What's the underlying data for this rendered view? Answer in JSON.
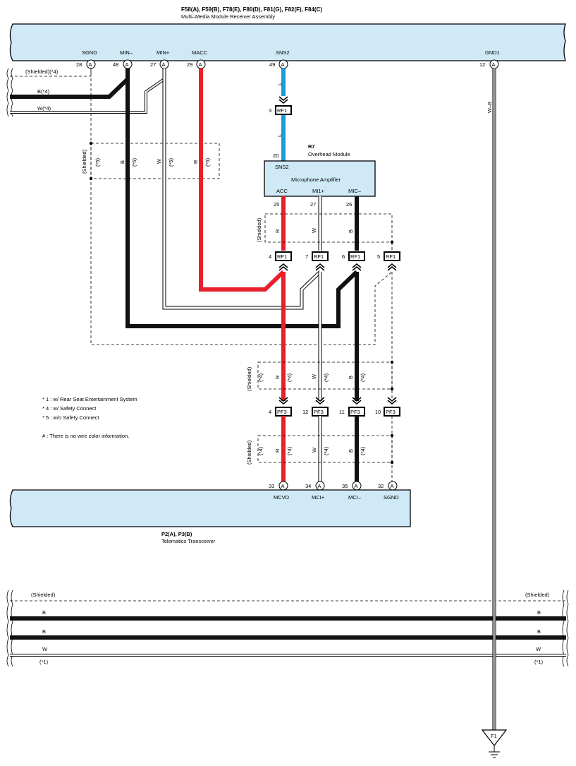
{
  "top_module": {
    "connectors": "F58(A), F59(B), F78(E), F80(D), F81(G), F82(F), F84(C)",
    "name": "Multi–Media Module Receiver Assembly",
    "pins": [
      {
        "label": "SGND",
        "num": "28",
        "conn": "A"
      },
      {
        "label": "MIN–",
        "num": "48",
        "conn": "A"
      },
      {
        "label": "MIN+",
        "num": "27",
        "conn": "A"
      },
      {
        "label": "MACC",
        "num": "29",
        "conn": "A"
      },
      {
        "label": "SNS2",
        "num": "49",
        "conn": "A"
      },
      {
        "label": "GND1",
        "num": "12",
        "conn": "A"
      }
    ]
  },
  "overhead_module": {
    "id": "R7",
    "name": "Overhead Module",
    "inner_block": "Microphone Amplifier",
    "sns2_pin": "20",
    "sns2_label": "SNS2",
    "pins": [
      {
        "label": "ACC",
        "num": "25"
      },
      {
        "label": "MI1+",
        "num": "27"
      },
      {
        "label": "MIC–",
        "num": "26"
      }
    ]
  },
  "telematics": {
    "connectors": "P2(A), P3(B)",
    "name": "Telematics Transceiver",
    "pins": [
      {
        "label": "MCVD",
        "num": "33",
        "conn": "A"
      },
      {
        "label": "MCI+",
        "num": "34",
        "conn": "A"
      },
      {
        "label": "MCI–",
        "num": "35",
        "conn": "A"
      },
      {
        "label": "SGND",
        "num": "32",
        "conn": "A"
      }
    ]
  },
  "rf1": {
    "label": "RF1",
    "upper_num": "3",
    "lower_nums": [
      "4",
      "7",
      "6",
      "5"
    ]
  },
  "pf3": {
    "label": "PF3",
    "nums": [
      "4",
      "12",
      "11",
      "10"
    ]
  },
  "ground": {
    "label": "F1"
  },
  "wire_labels": {
    "L": "L",
    "WB": "W–B",
    "R": "R",
    "W": "W",
    "B": "B",
    "shielded": "(Shielded)",
    "shielded_4": "(Shielded)(*4)",
    "b_4": "B(*4)",
    "w_4": "W(*4)",
    "star4": "(*4)",
    "star5": "(*5)",
    "star1": "(*1)"
  },
  "notes": [
    "* 1 : w/ Rear Seat Entertainment System",
    "* 4 : w/ Safety Connect",
    "* 5 : w/o Safety Connect"
  ],
  "note_hash": "# : There is no wire color information.",
  "colors": {
    "module_fill": "#cfe9f7",
    "red_wire": "#e8202a",
    "blue_wire": "#1e9ad6",
    "black_wire": "#111111"
  }
}
